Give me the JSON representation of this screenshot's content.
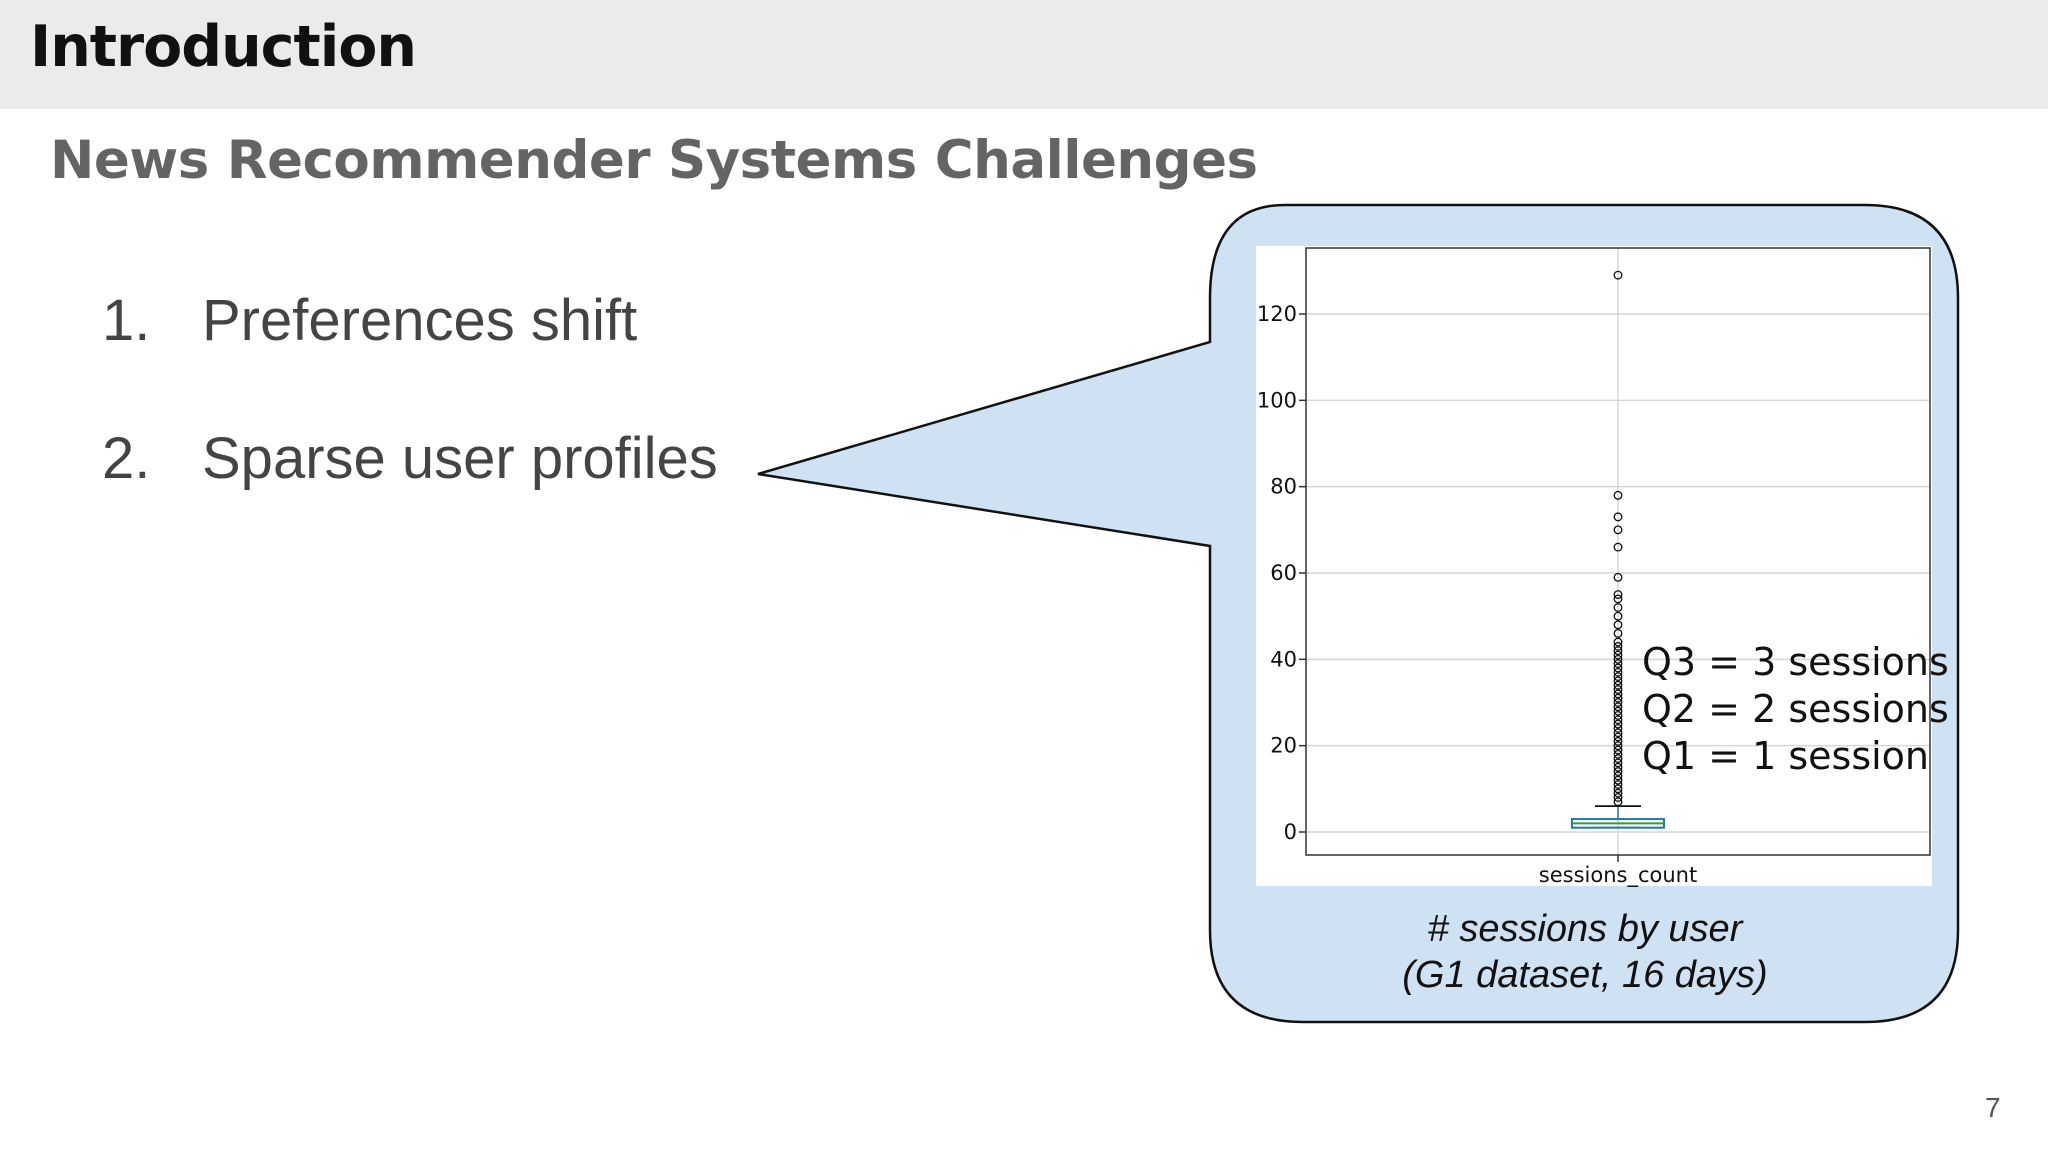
{
  "header": {
    "title": "Introduction"
  },
  "subtitle": "News Recommender Systems Challenges",
  "list": [
    {
      "number": "1.",
      "text": "Preferences shift"
    },
    {
      "number": "2.",
      "text": "Sparse user profiles"
    }
  ],
  "colors": {
    "bubble_fill": "#cfe2f3",
    "header_bg": "#e9ecea"
  },
  "chart_data": {
    "type": "boxplot",
    "categories": [
      "sessions_count"
    ],
    "box": {
      "q1": 1,
      "median": 2,
      "q3": 3,
      "whisker_low": 1,
      "whisker_high": 6
    },
    "outliers": [
      7,
      8,
      9,
      10,
      11,
      12,
      13,
      14,
      15,
      16,
      17,
      18,
      19,
      20,
      21,
      22,
      23,
      24,
      25,
      26,
      27,
      28,
      29,
      30,
      31,
      32,
      33,
      34,
      35,
      36,
      37,
      38,
      39,
      40,
      41,
      42,
      43,
      44,
      46,
      48,
      50,
      52,
      54,
      55,
      59,
      66,
      70,
      73,
      78,
      129
    ],
    "yticks": [
      0,
      20,
      40,
      60,
      80,
      100,
      120
    ],
    "ylim": [
      -5,
      135
    ],
    "grid": true,
    "annotations": [
      "Q3 = 3 sessions",
      "Q2 = 2 sessions",
      "Q1 = 1 session"
    ]
  },
  "caption": {
    "line1": "# sessions by user",
    "line2": "(G1 dataset, 16 days)"
  },
  "page_number": "7"
}
